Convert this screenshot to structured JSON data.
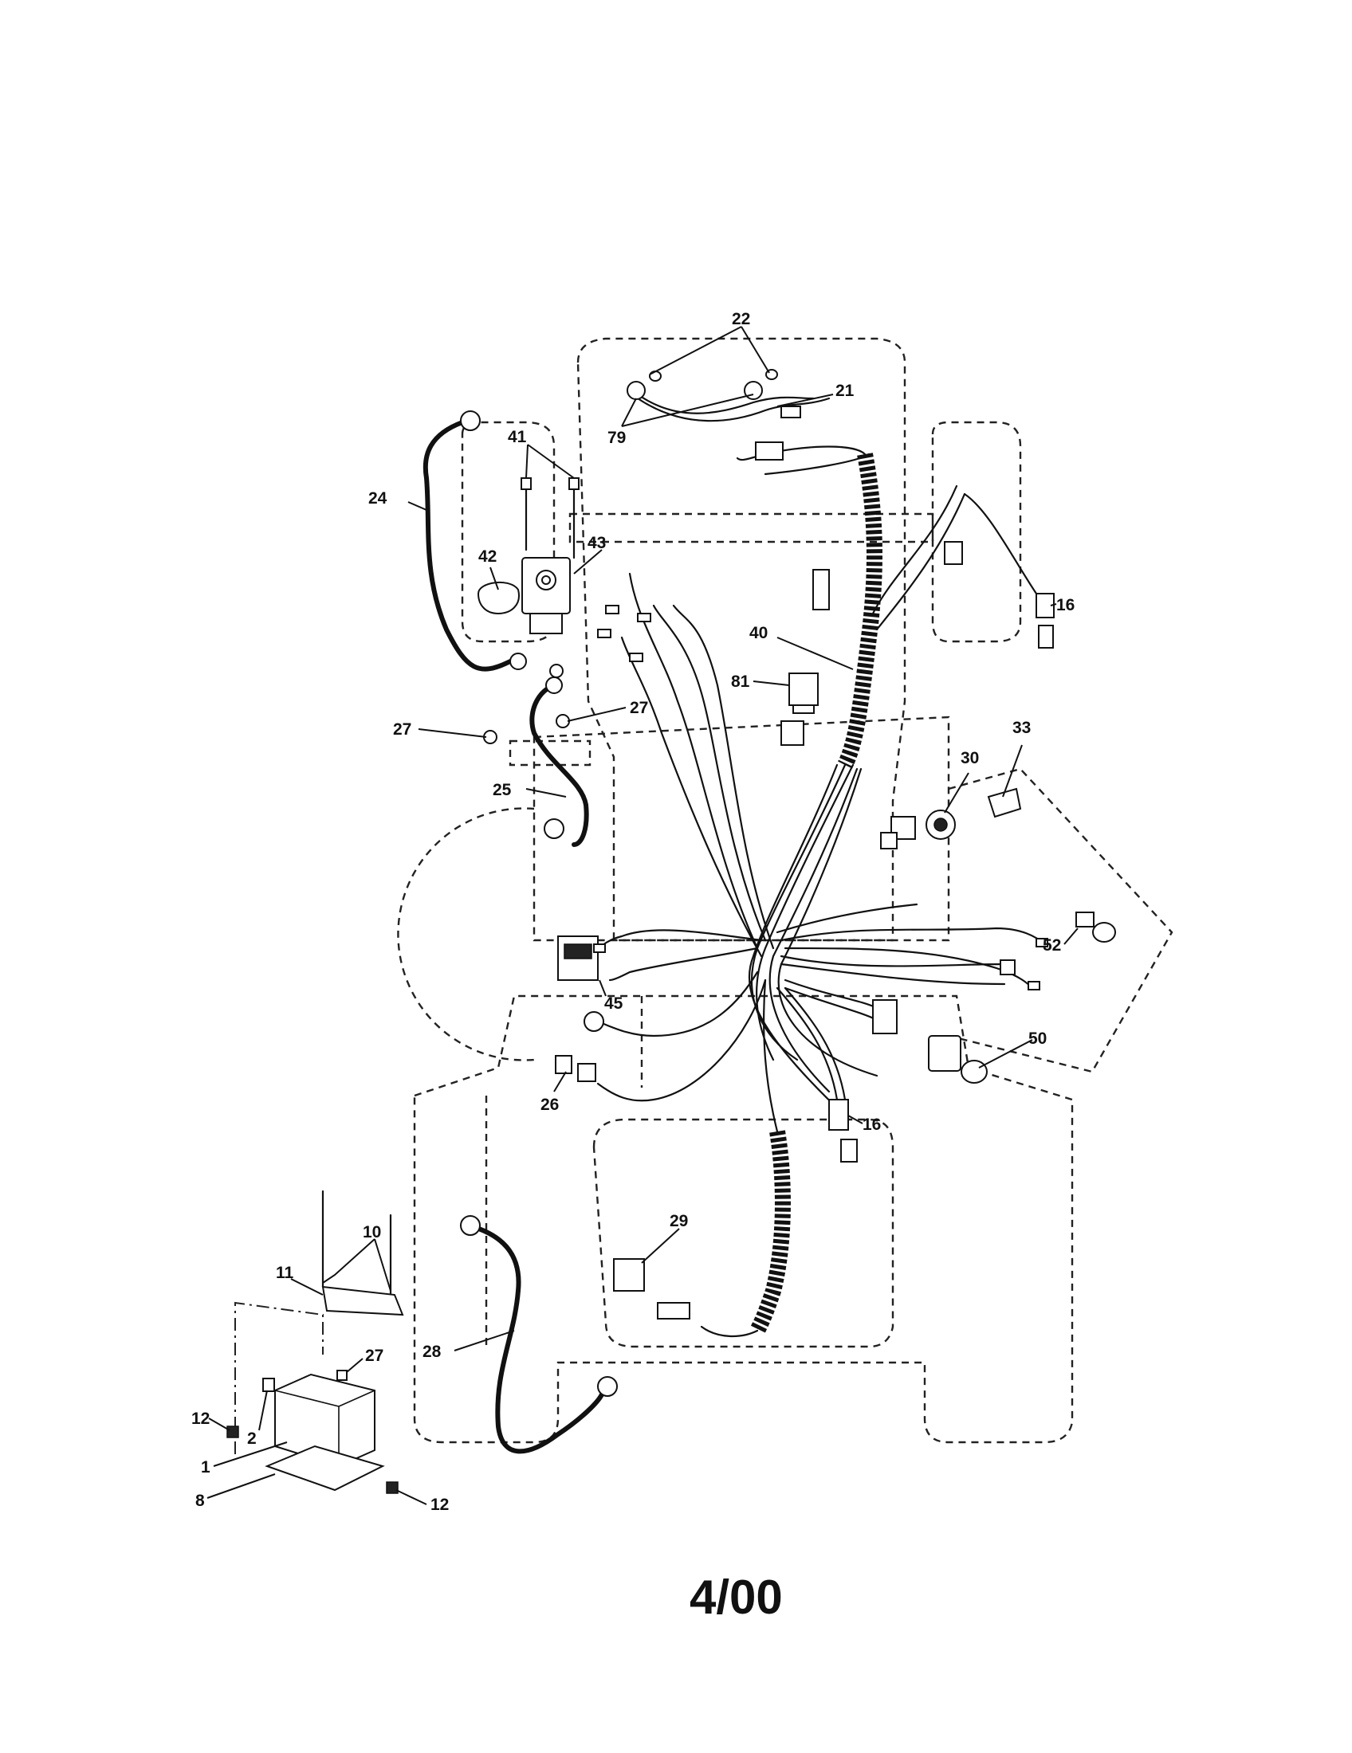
{
  "callouts": {
    "c22": "22",
    "c21": "21",
    "c79": "79",
    "c41": "41",
    "c24": "24",
    "c42": "42",
    "c43": "43",
    "c16a": "16",
    "c40": "40",
    "c81": "81",
    "c27a": "27",
    "c27b": "27",
    "c25": "25",
    "c33": "33",
    "c30": "30",
    "c52": "52",
    "c45": "45",
    "c50": "50",
    "c26": "26",
    "c16b": "16",
    "c29": "29",
    "c10": "10",
    "c11": "11",
    "c27c": "27",
    "c28": "28",
    "c12a": "12",
    "c2": "2",
    "c1": "1",
    "c8": "8",
    "c12b": "12"
  },
  "footer": {
    "date_code": "4/00"
  }
}
